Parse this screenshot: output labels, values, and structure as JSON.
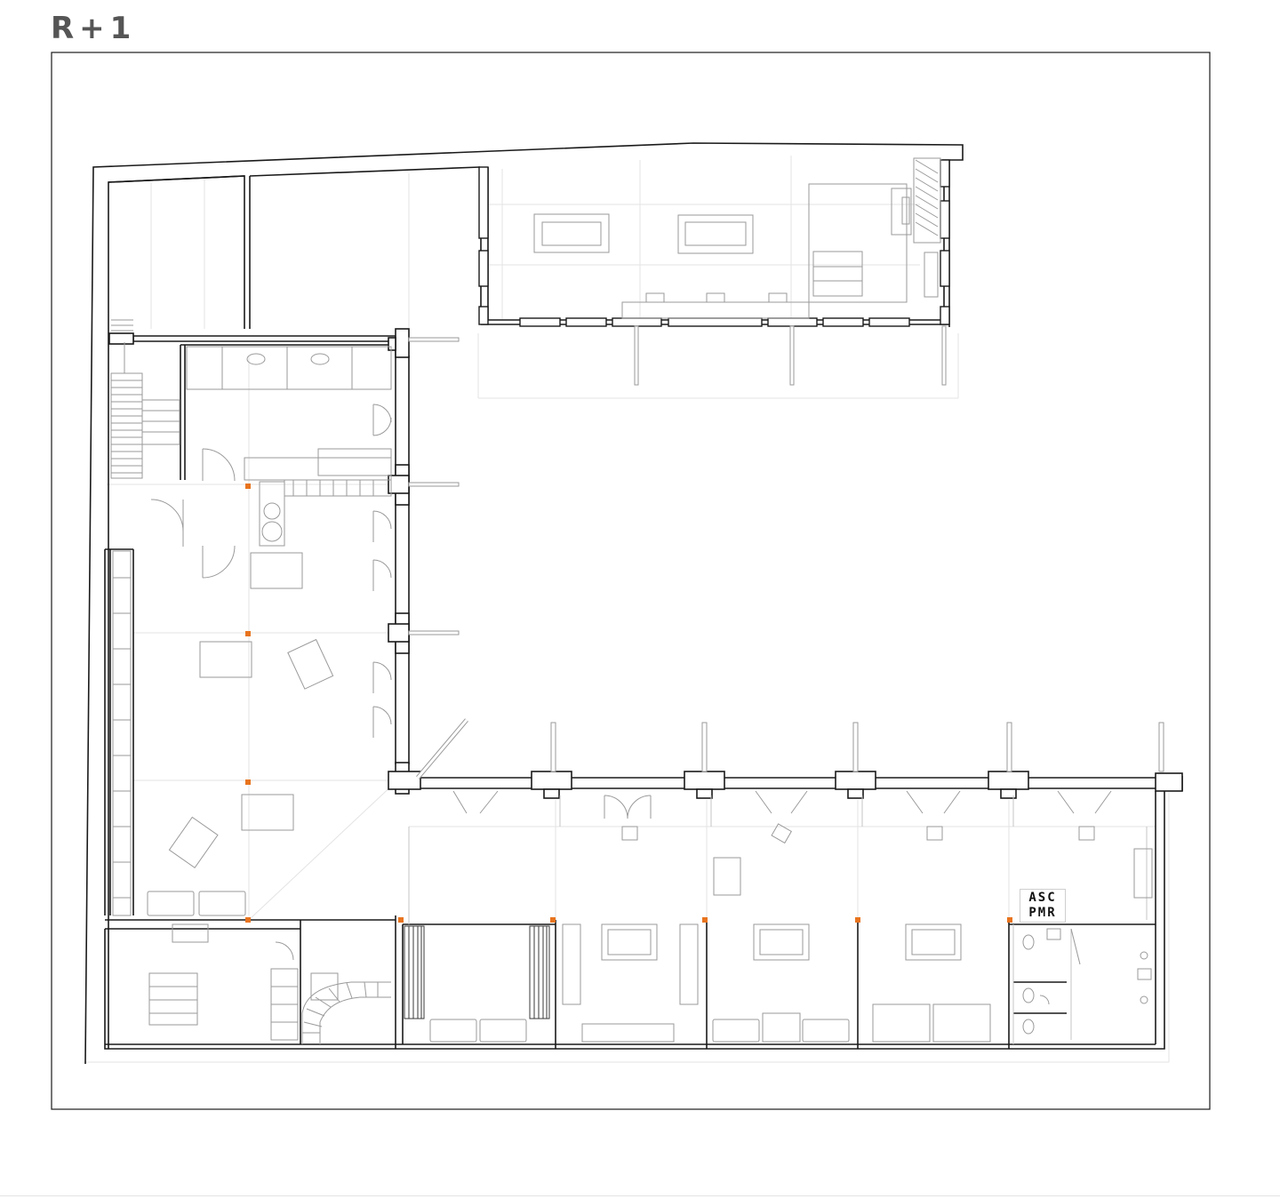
{
  "drawing": {
    "level_title": "R+1",
    "elevator_label": [
      "ASC",
      "PMR"
    ]
  },
  "colors": {
    "wall": "#1a1a1a",
    "fixture_line": "#9a9a9a",
    "thin_line": "#c4c4c4",
    "guide_line": "#e3e3e3",
    "column_marker": "#e8741e",
    "title_text": "#555555",
    "label_text": "#111111"
  },
  "icons": {
    "column_marker": "orange-square-column-icon",
    "door": "door-swing-icon",
    "stair": "staircase-icon",
    "sofa": "sofa-icon",
    "bed": "bed-icon",
    "table": "table-icon",
    "toilet": "toilet-icon",
    "sink": "sink-icon"
  }
}
